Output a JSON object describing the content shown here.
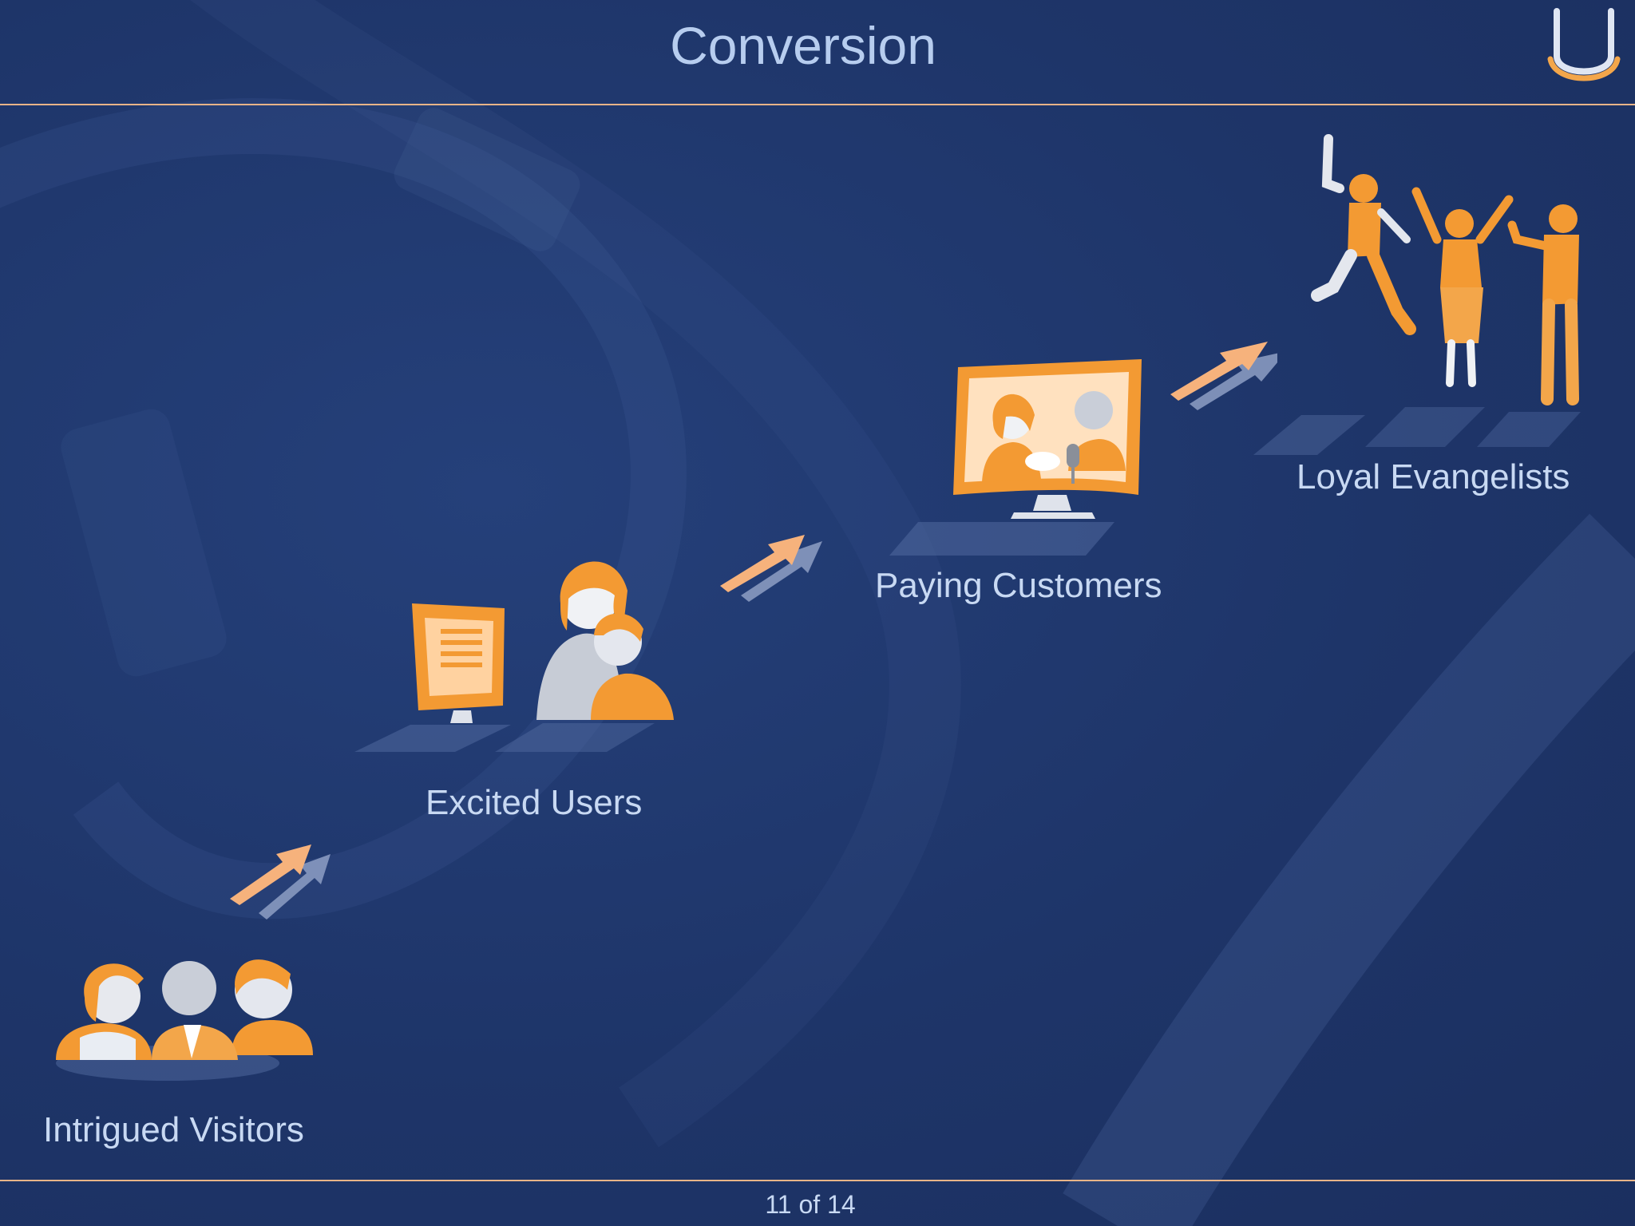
{
  "slide": {
    "title": "Conversion",
    "page_number": "11 of 14"
  },
  "steps": [
    {
      "label": "Intrigued Visitors",
      "icon": "people-group-icon"
    },
    {
      "label": "Excited Users",
      "icon": "users-at-computer-icon"
    },
    {
      "label": "Paying Customers",
      "icon": "video-call-monitor-icon"
    },
    {
      "label": "Loyal Evangelists",
      "icon": "celebrating-people-icon"
    }
  ],
  "colors": {
    "background": "#1e3569",
    "title": "#b7cdef",
    "label": "#c8d9f3",
    "accent_orange": "#f39a33",
    "rule": "#e8b488"
  }
}
